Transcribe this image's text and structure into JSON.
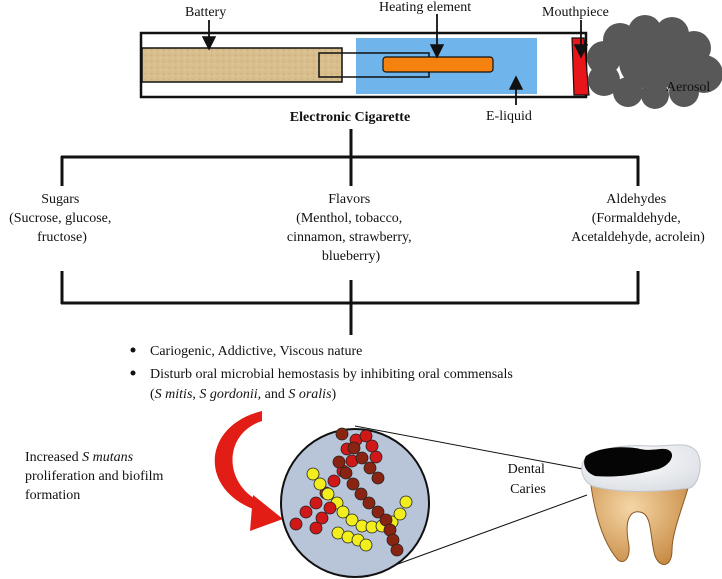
{
  "device": {
    "title": "Electronic Cigarette",
    "battery": "Battery",
    "heating_element": "Heating element",
    "mouthpiece": "Mouthpiece",
    "aerosol": "Aerosol",
    "e_liquid": "E-liquid"
  },
  "components": [
    {
      "lines": [
        "Sugars",
        "(Sucrose, glucose,",
        "fructose)"
      ]
    },
    {
      "lines": [
        "Flavors",
        "(Menthol, tobacco,",
        "cinnamon, strawberry,",
        "blueberry)"
      ]
    },
    {
      "lines": [
        "Aldehydes",
        "(Formaldehyde,",
        "Acetaldehyde, acrolein)"
      ]
    }
  ],
  "effects": {
    "bullet_1": "Cariogenic, Addictive, Viscous nature",
    "bullet_2_line1": "Disturb oral microbial hemostasis by inhibiting oral commensals",
    "bullet_2_line2": {
      "open": "(",
      "sp1": "S mitis",
      "sep1": ", ",
      "sp2": "S gordonii,",
      "sep2": " and ",
      "sp3": "S oralis",
      "close": ")"
    }
  },
  "outcome": {
    "line1_prefix": "Increased ",
    "line1_species": "S mutans",
    "line2": "proliferation and biofilm",
    "line3": "formation"
  },
  "caries": {
    "line1": "Dental",
    "line2": "Caries"
  },
  "colors": {
    "battery_fill": "#d8be8c",
    "liquid_tank": "#6fb4ea",
    "heating_coil": "#f5820f",
    "mouthpiece": "#e8161b",
    "aerosol": "#555555",
    "red_arrow": "#e21d16",
    "circle_fill": "#b8c4d8",
    "cocci_red": "#d01818",
    "cocci_yellow": "#f2ee1d",
    "cocci_brown": "#8a2412"
  }
}
